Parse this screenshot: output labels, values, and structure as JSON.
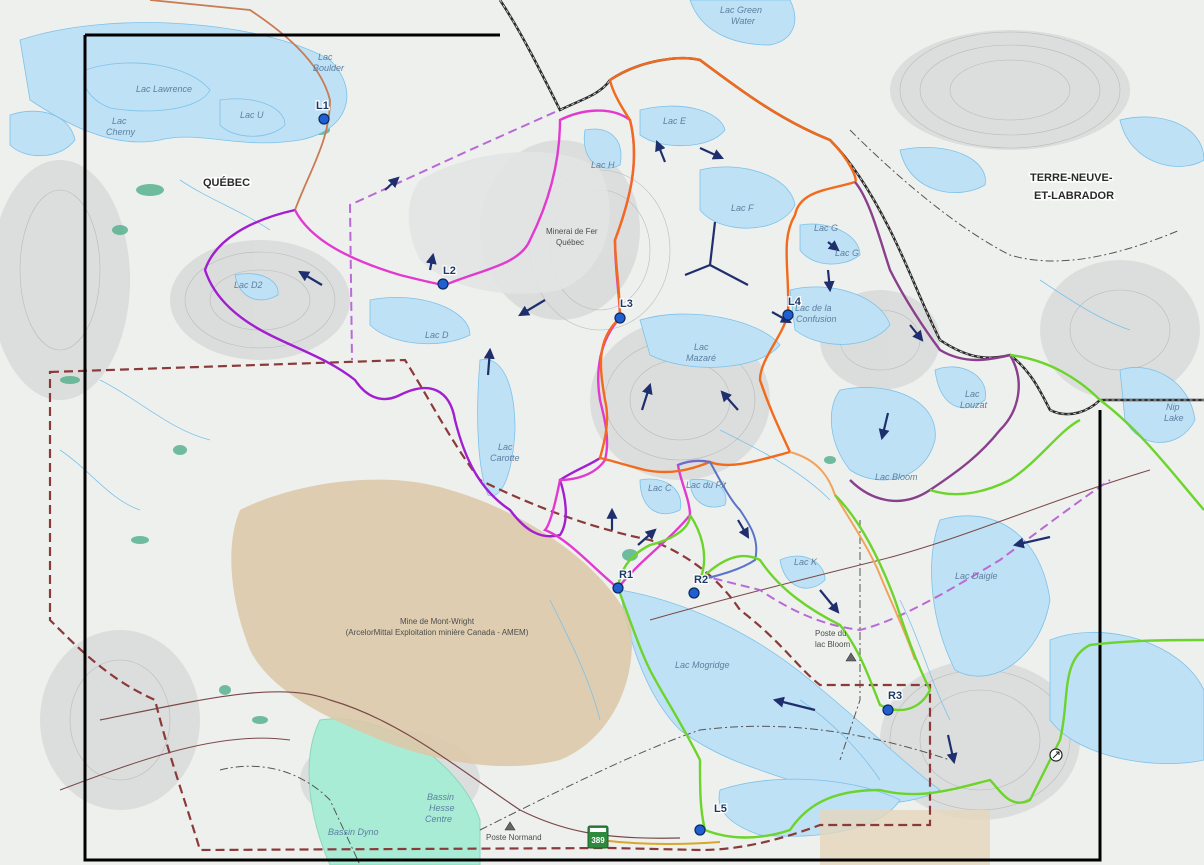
{
  "colors": {
    "water": "#bfe1f5",
    "mine": "#dcc9a9",
    "study_area": "#000000",
    "watershed_purple": "#a21fd1",
    "watershed_magenta": "#e23ad0",
    "watershed_orange": "#f26a1b",
    "watershed_green": "#6cd42a",
    "watershed_blue": "#5a74c7",
    "provincial_border": "#2b2b2b",
    "claim_boundary": "#8b3a3a",
    "dashed_purple": "#b96ad6",
    "flow_arrow": "#1f2f6e",
    "station_dot": "#1f5fd1"
  },
  "provinces": {
    "quebec": "QUÉBEC",
    "labrador_line1": "TERRE-NEUVE-",
    "labrador_line2": "ET-LABRADOR"
  },
  "lakes": [
    {
      "id": "lac-green-water-1",
      "text": "Lac Green"
    },
    {
      "id": "lac-green-water-2",
      "text": "Water"
    },
    {
      "id": "lac-boulder-1",
      "text": "Lac"
    },
    {
      "id": "lac-boulder-2",
      "text": "Boulder"
    },
    {
      "id": "lac-lawrence",
      "text": "Lac Lawrence"
    },
    {
      "id": "lac-u",
      "text": "Lac U"
    },
    {
      "id": "lac-cherny-1",
      "text": "Lac"
    },
    {
      "id": "lac-cherny-2",
      "text": "Cherny"
    },
    {
      "id": "lac-e",
      "text": "Lac E"
    },
    {
      "id": "lac-h",
      "text": "Lac H"
    },
    {
      "id": "lac-f",
      "text": "Lac F"
    },
    {
      "id": "lac-g-1",
      "text": "Lac G"
    },
    {
      "id": "lac-g-2",
      "text": "Lac G"
    },
    {
      "id": "lac-d2",
      "text": "Lac D2"
    },
    {
      "id": "lac-d",
      "text": "Lac D"
    },
    {
      "id": "lac-confusion-1",
      "text": "Lac de la"
    },
    {
      "id": "lac-confusion-2",
      "text": "Confusion"
    },
    {
      "id": "lac-mazare-1",
      "text": "Lac"
    },
    {
      "id": "lac-mazare-2",
      "text": "Mazaré"
    },
    {
      "id": "lac-louzat-1",
      "text": "Lac"
    },
    {
      "id": "lac-louzat-2",
      "text": "Louzat"
    },
    {
      "id": "nip-lake-1",
      "text": "Nip"
    },
    {
      "id": "nip-lake-2",
      "text": "Lake"
    },
    {
      "id": "lac-carotte-1",
      "text": "Lac"
    },
    {
      "id": "lac-carotte-2",
      "text": "Carotte"
    },
    {
      "id": "lac-c",
      "text": "Lac C"
    },
    {
      "id": "lac-du-pit",
      "text": "Lac du Pit"
    },
    {
      "id": "lac-bloom",
      "text": "Lac Bloom"
    },
    {
      "id": "lac-k",
      "text": "Lac K"
    },
    {
      "id": "lac-daigle",
      "text": "Lac Daigle"
    },
    {
      "id": "lac-mogridge",
      "text": "Lac Mogridge"
    },
    {
      "id": "bassin-hesse-1",
      "text": "Bassin"
    },
    {
      "id": "bassin-hesse-2",
      "text": "Hesse"
    },
    {
      "id": "bassin-hesse-3",
      "text": "Centre"
    },
    {
      "id": "bassin-dyno",
      "text": "Bassin Dyno"
    }
  ],
  "places": {
    "minerai_1": "Minerai de Fer",
    "minerai_2": "Québec",
    "mine_1": "Mine de Mont-Wright",
    "mine_2": "(ArcelorMittal Exploitation minière Canada - AMEM)",
    "poste_bloom_1": "Poste du",
    "poste_bloom_2": "lac Bloom",
    "poste_normand": "Poste Normand",
    "route": "389"
  },
  "stations": [
    {
      "id": "L1",
      "label": "L1"
    },
    {
      "id": "L2",
      "label": "L2"
    },
    {
      "id": "L3",
      "label": "L3"
    },
    {
      "id": "L4",
      "label": "L4"
    },
    {
      "id": "L5",
      "label": "L5"
    },
    {
      "id": "R1",
      "label": "R1"
    },
    {
      "id": "R2",
      "label": "R2"
    },
    {
      "id": "R3",
      "label": "R3"
    }
  ]
}
